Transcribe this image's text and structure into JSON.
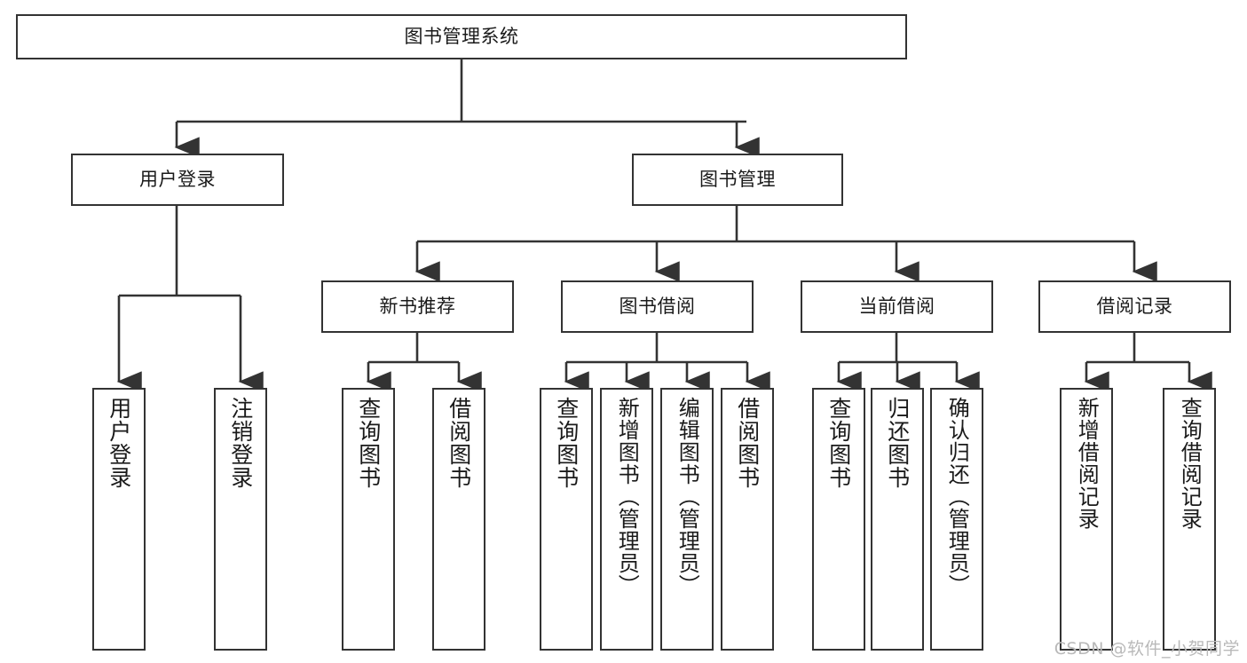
{
  "diagram": {
    "type": "tree-hierarchy",
    "title": "图书管理系统",
    "background_color": "#ffffff",
    "line_color": "#333333",
    "text_color": "#1a1a1a",
    "watermark": "CSDN @软件_小贺同学"
  },
  "nodes": {
    "root": {
      "label": "图书管理系统"
    },
    "level1": [
      {
        "id": "user-login",
        "label": "用户登录"
      },
      {
        "id": "book-manage",
        "label": "图书管理"
      }
    ],
    "level2": [
      {
        "id": "new-book-recommend",
        "label": "新书推荐"
      },
      {
        "id": "book-borrow",
        "label": "图书借阅"
      },
      {
        "id": "current-borrow",
        "label": "当前借阅"
      },
      {
        "id": "borrow-record",
        "label": "借阅记录"
      }
    ],
    "leaves": {
      "user_login": [
        {
          "id": "leaf-user-login",
          "label": "用户登录"
        },
        {
          "id": "leaf-user-logout",
          "label": "注销登录"
        }
      ],
      "new_book_recommend": [
        {
          "id": "leaf-query-book-1",
          "label": "查询图书"
        },
        {
          "id": "leaf-borrow-book-1",
          "label": "借阅图书"
        }
      ],
      "book_borrow": [
        {
          "id": "leaf-query-book-2",
          "label": "查询图书"
        },
        {
          "id": "leaf-add-book",
          "label": "新增图书（管理员）"
        },
        {
          "id": "leaf-edit-book",
          "label": "编辑图书（管理员）"
        },
        {
          "id": "leaf-borrow-book-2",
          "label": "借阅图书"
        }
      ],
      "current_borrow": [
        {
          "id": "leaf-query-book-3",
          "label": "查询图书"
        },
        {
          "id": "leaf-return-book",
          "label": "归还图书"
        },
        {
          "id": "leaf-confirm-return",
          "label": "确认归还（管理员）"
        }
      ],
      "borrow_record": [
        {
          "id": "leaf-add-record",
          "label": "新增借阅记录"
        },
        {
          "id": "leaf-query-record",
          "label": "查询借阅记录"
        }
      ]
    }
  }
}
